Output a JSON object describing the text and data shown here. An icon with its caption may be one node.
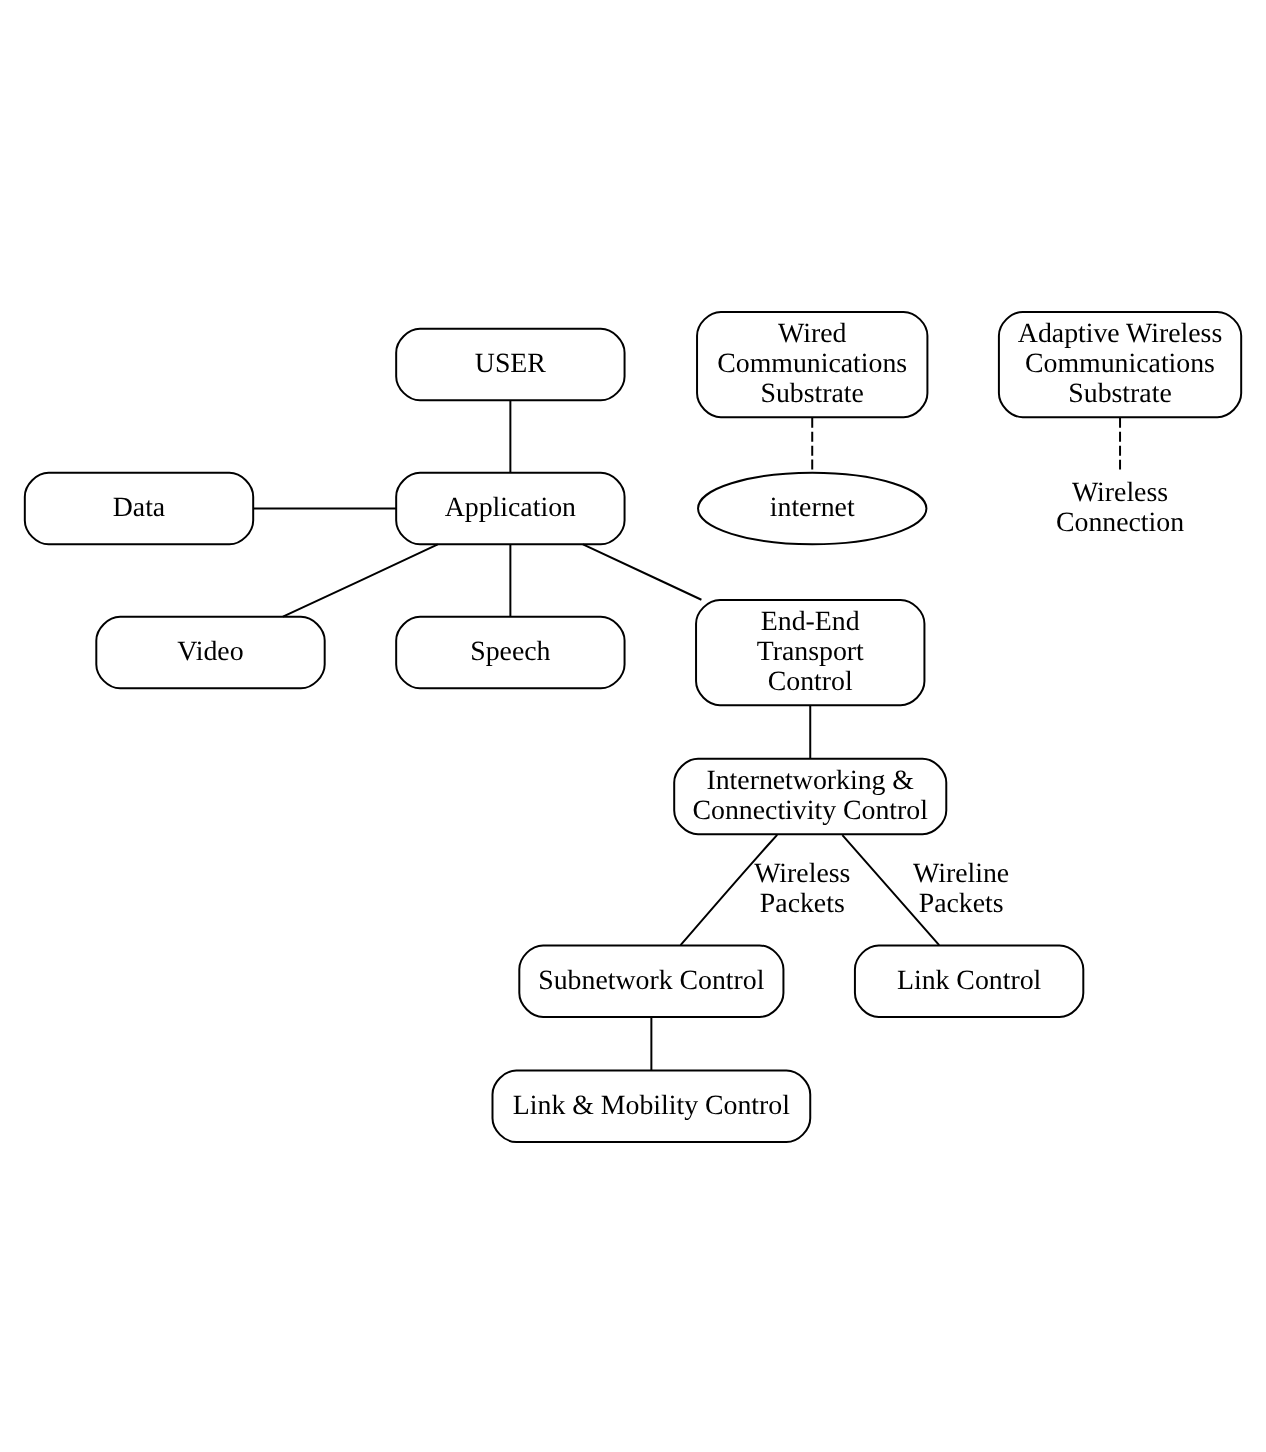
{
  "diagram": {
    "nodes": [
      {
        "text": [
          "USER"
        ]
      },
      {
        "text": [
          "Data"
        ]
      },
      {
        "text": [
          "Application"
        ]
      },
      {
        "text": [
          "Video"
        ]
      },
      {
        "text": [
          "Speech"
        ]
      },
      {
        "text": [
          "End-End Transport Control"
        ]
      },
      {
        "text": [
          "Internetworking & Connectivity Control"
        ]
      },
      {
        "text": [
          "Subnetwork Control"
        ]
      },
      {
        "text": [
          "Link Control"
        ]
      },
      {
        "text": [
          "Link & Mobility Control"
        ]
      },
      {
        "text": [
          "Wired Communications Substrate"
        ]
      },
      {
        "text": [
          "Adaptive Wireless Communications Substrate"
        ]
      },
      {
        "text": [
          "internet"
        ]
      },
      {
        "text": [
          "Wireless Connection"
        ]
      }
    ],
    "edges": [
      {
        "from": 0,
        "to": 2,
        "arrow": "none"
      },
      {
        "from": 1,
        "to": 2,
        "arrow": "none"
      },
      {
        "from": 2,
        "to": 3,
        "arrow": "none"
      },
      {
        "from": 2,
        "to": 4,
        "arrow": "none"
      },
      {
        "from": 2,
        "to": 5,
        "arrow": "none"
      },
      {
        "from": 5,
        "to": 6,
        "arrow": "none"
      },
      {
        "from": 6,
        "to": 8,
        "arrow": "none",
        "label": "Wireline Packets"
      },
      {
        "from": 6,
        "to": 7,
        "arrow": "none",
        "label": "Wireless Packets"
      },
      {
        "from": 7,
        "to": 9,
        "arrow": "none"
      },
      {
        "from": 10,
        "to": 12,
        "arrow": "none",
        "style": "dashed"
      },
      {
        "from": 11,
        "to": 13,
        "arrow": "none",
        "style": "dashed"
      }
    ]
  }
}
